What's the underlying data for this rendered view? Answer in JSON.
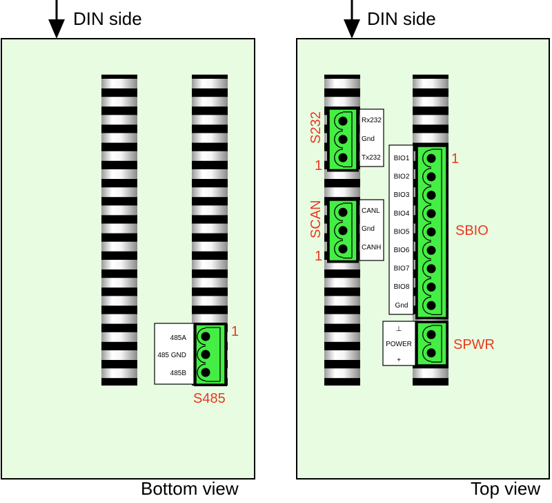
{
  "left_view": {
    "din_label": "DIN side",
    "caption": "Bottom view",
    "s485": {
      "name": "S485",
      "pin1": "1",
      "pins": [
        "485A",
        "485 GND",
        "485B"
      ]
    }
  },
  "right_view": {
    "din_label": "DIN side",
    "caption": "Top view",
    "s232": {
      "name": "S232",
      "pin1": "1",
      "pins": [
        "Rx232",
        "Gnd",
        "Tx232"
      ]
    },
    "scan": {
      "name": "SCAN",
      "pin1": "1",
      "pins": [
        "CANL",
        "Gnd",
        "CANH"
      ]
    },
    "sbio": {
      "name": "SBIO",
      "pin1": "1",
      "pins": [
        "BIO1",
        "BIO2",
        "BIO3",
        "BIO4",
        "BIO5",
        "BIO6",
        "BIO7",
        "BIO8",
        "Gnd"
      ]
    },
    "spwr": {
      "name": "SPWR",
      "top_symbol": "⊥",
      "label": "POWER",
      "bottom_symbol": "+"
    }
  },
  "colors": {
    "board": "#e8fce2",
    "connector": "#44ee44",
    "label_red": "#e8391e"
  }
}
